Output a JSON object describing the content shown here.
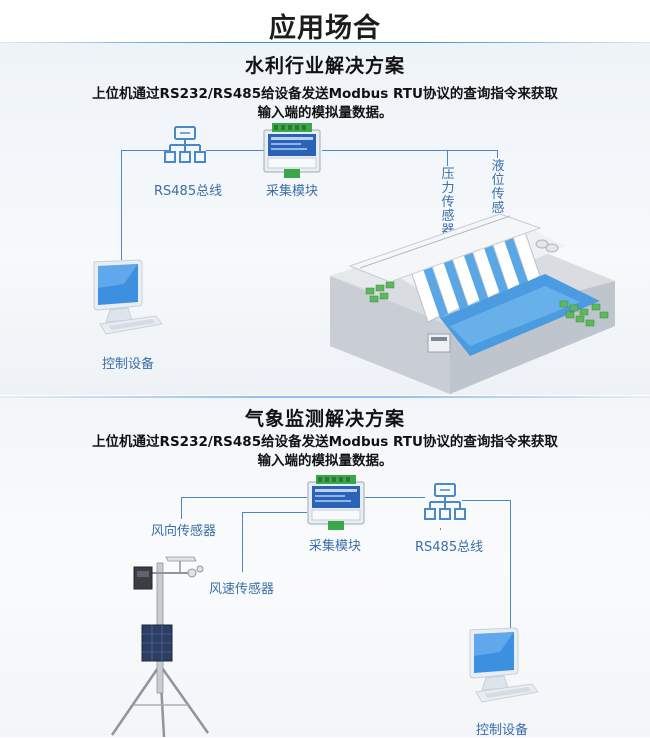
{
  "page": {
    "title": "应用场合"
  },
  "sections": [
    {
      "title": "水利行业解决方案",
      "description_line1": "上位机通过RS232/RS485给设备发送Modbus RTU协议的查询指令来获取",
      "description_line2": "输入端的模拟量数据。",
      "labels": {
        "rs485": "RS485总线",
        "module": "采集模块",
        "control": "控制设备",
        "pressure_sensor": "压力传感器",
        "level_sensor": "液位传感器"
      }
    },
    {
      "title": "气象监测解决方案",
      "description_line1": "上位机通过RS232/RS485给设备发送Modbus RTU协议的查询指令来获取",
      "description_line2": "输入端的模拟量数据。",
      "labels": {
        "wind_direction_sensor": "风向传感器",
        "wind_speed_sensor": "风速传感器",
        "module": "采集模块",
        "rs485": "RS485总线",
        "control": "控制设备"
      }
    }
  ],
  "colors": {
    "accent": "#4a88c8",
    "label": "#3a6fa8",
    "module_blue": "#2a63b8",
    "terminal_green": "#3aa84a"
  },
  "icons": [
    "network-topology-icon",
    "acquisition-module-icon",
    "computer-monitor-icon",
    "dam-illustration",
    "weather-station-illustration"
  ]
}
